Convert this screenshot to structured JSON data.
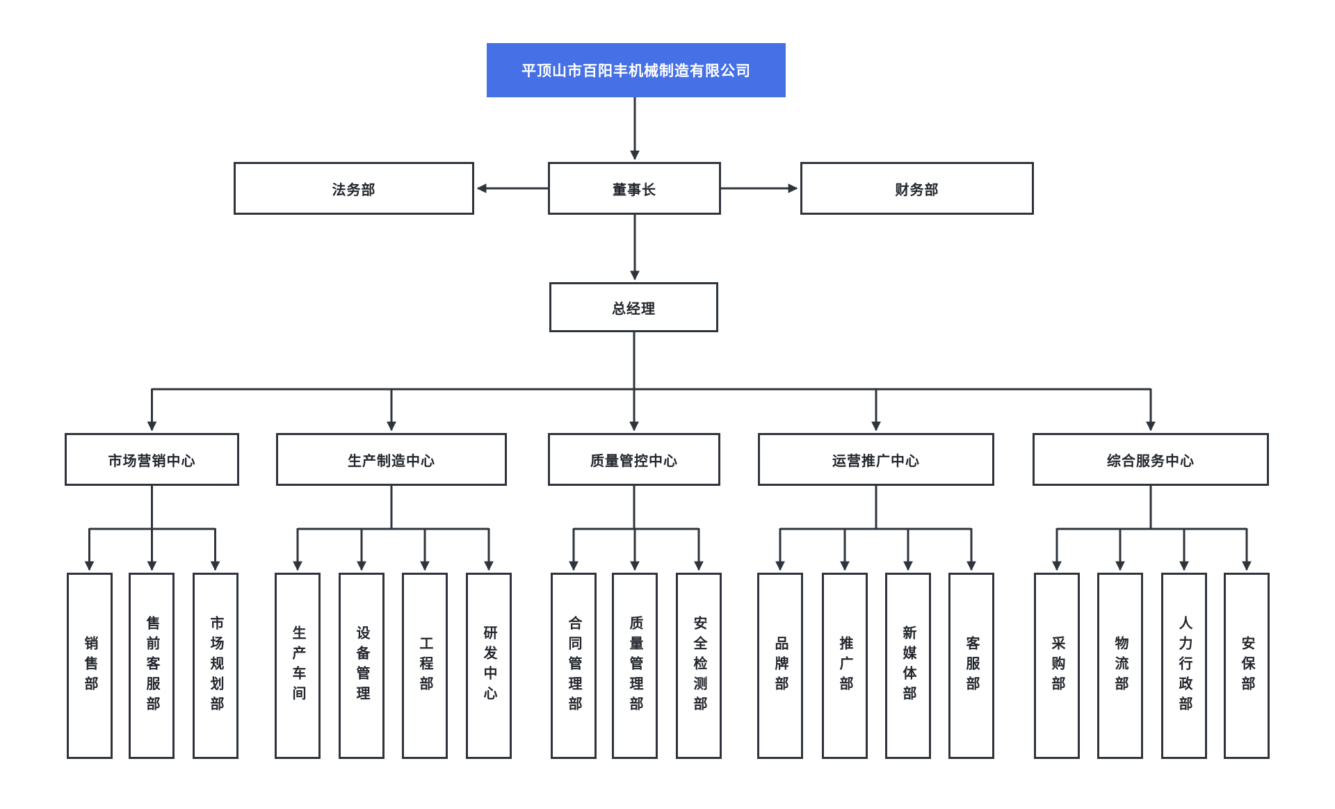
{
  "company": {
    "label": "平顶山市百阳丰机械制造有限公司"
  },
  "executives": {
    "chairman": "董事长",
    "legal": "法务部",
    "finance": "财务部",
    "general_manager": "总经理"
  },
  "centers": [
    {
      "label": "市场营销中心",
      "departments": [
        "销售部",
        "售前客服部",
        "市场规划部"
      ]
    },
    {
      "label": "生产制造中心",
      "departments": [
        "生产车间",
        "设备管理",
        "工程部",
        "研发中心"
      ]
    },
    {
      "label": "质量管控中心",
      "departments": [
        "合同管理部",
        "质量管理部",
        "安全检测部"
      ]
    },
    {
      "label": "运营推广中心",
      "departments": [
        "品牌部",
        "推广部",
        "新媒体部",
        "客服部"
      ]
    },
    {
      "label": "综合服务中心",
      "departments": [
        "采购部",
        "物流部",
        "人力行政部",
        "安保部"
      ]
    }
  ],
  "colors": {
    "company_bg": "#4570e6",
    "company_text": "#ffffff",
    "connector": "#2f343c",
    "node_border": "#2f343c",
    "node_bg": "#ffffff",
    "node_text": "#22262c",
    "page_bg": "#ffffff"
  }
}
